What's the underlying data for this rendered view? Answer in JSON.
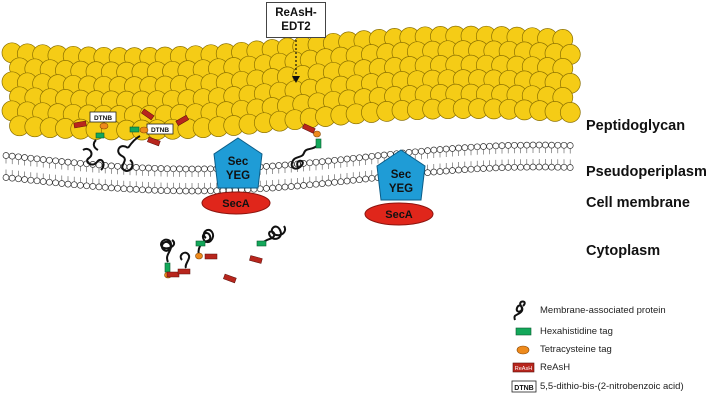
{
  "probe": {
    "line1": "ReAsH-",
    "line2": "EDT2"
  },
  "layers": {
    "peptidoglycan": "Peptidoglycan",
    "pseudoperiplasm": "Pseudoperiplasm",
    "cell_membrane": "Cell membrane",
    "cytoplasm": "Cytoplasm"
  },
  "complexes": [
    {
      "sec_line1": "Sec",
      "sec_line2": "YEG",
      "seca": "SecA"
    },
    {
      "sec_line1": "Sec",
      "sec_line2": "YEG",
      "seca": "SecA"
    }
  ],
  "tags": {
    "dtnb": "DTNB",
    "reash": "ReAsH"
  },
  "legend": {
    "protein": "Membrane-associated protein",
    "his_tag": "Hexahistidine tag",
    "tc_tag": "Tetracysteine tag",
    "reash": "ReAsH",
    "dtnb": "5,5-dithio-bis-(2-nitrobenzoic acid)"
  },
  "colors": {
    "peptidoglycan": "#f5cc16",
    "secyeg": "#1f9cd6",
    "seca": "#e0261b",
    "his_tag": "#13a85a",
    "tc_tag": "#ee8a1c",
    "reash": "#b8261d"
  }
}
